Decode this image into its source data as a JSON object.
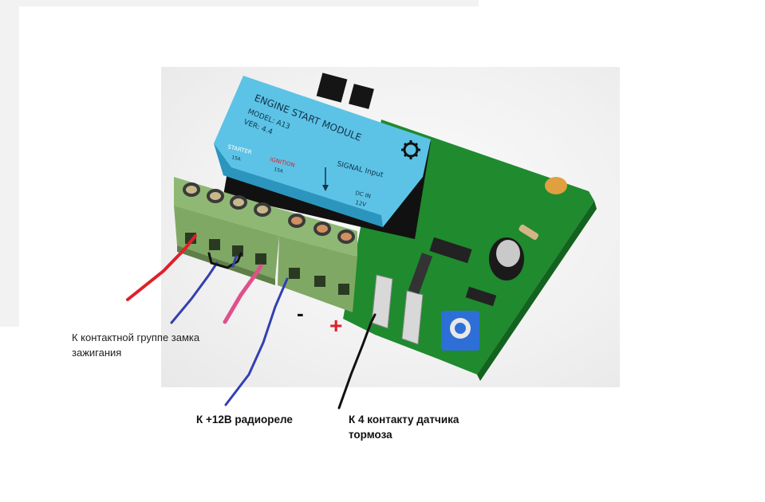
{
  "module": {
    "title": "ENGINE START MODULE",
    "model": "MODEL: A13",
    "ver": "VER: 4.4",
    "starter": "STARTER",
    "starter_amp": "15A",
    "ignition": "IGNITION",
    "ignition_amp": "15A",
    "signal_input": "SIGNAL Input",
    "dc_in": "DC IN",
    "dc_volt": "12V"
  },
  "annotations": {
    "minus": "-",
    "plus": "+",
    "ignition_caption": "К контактной группе замка зажигания",
    "relay_caption": "К +12В радиореле",
    "brake_caption": "К 4 контакту датчика тормоза"
  },
  "colors": {
    "pcb": "#1f8a2e",
    "terminal": "#7fa864",
    "module_blue": "#5cc3e6",
    "red_wire": "#e0202a",
    "blue_wire": "#3340b0",
    "pink_wire": "#e0508c",
    "black_wire": "#111111"
  }
}
